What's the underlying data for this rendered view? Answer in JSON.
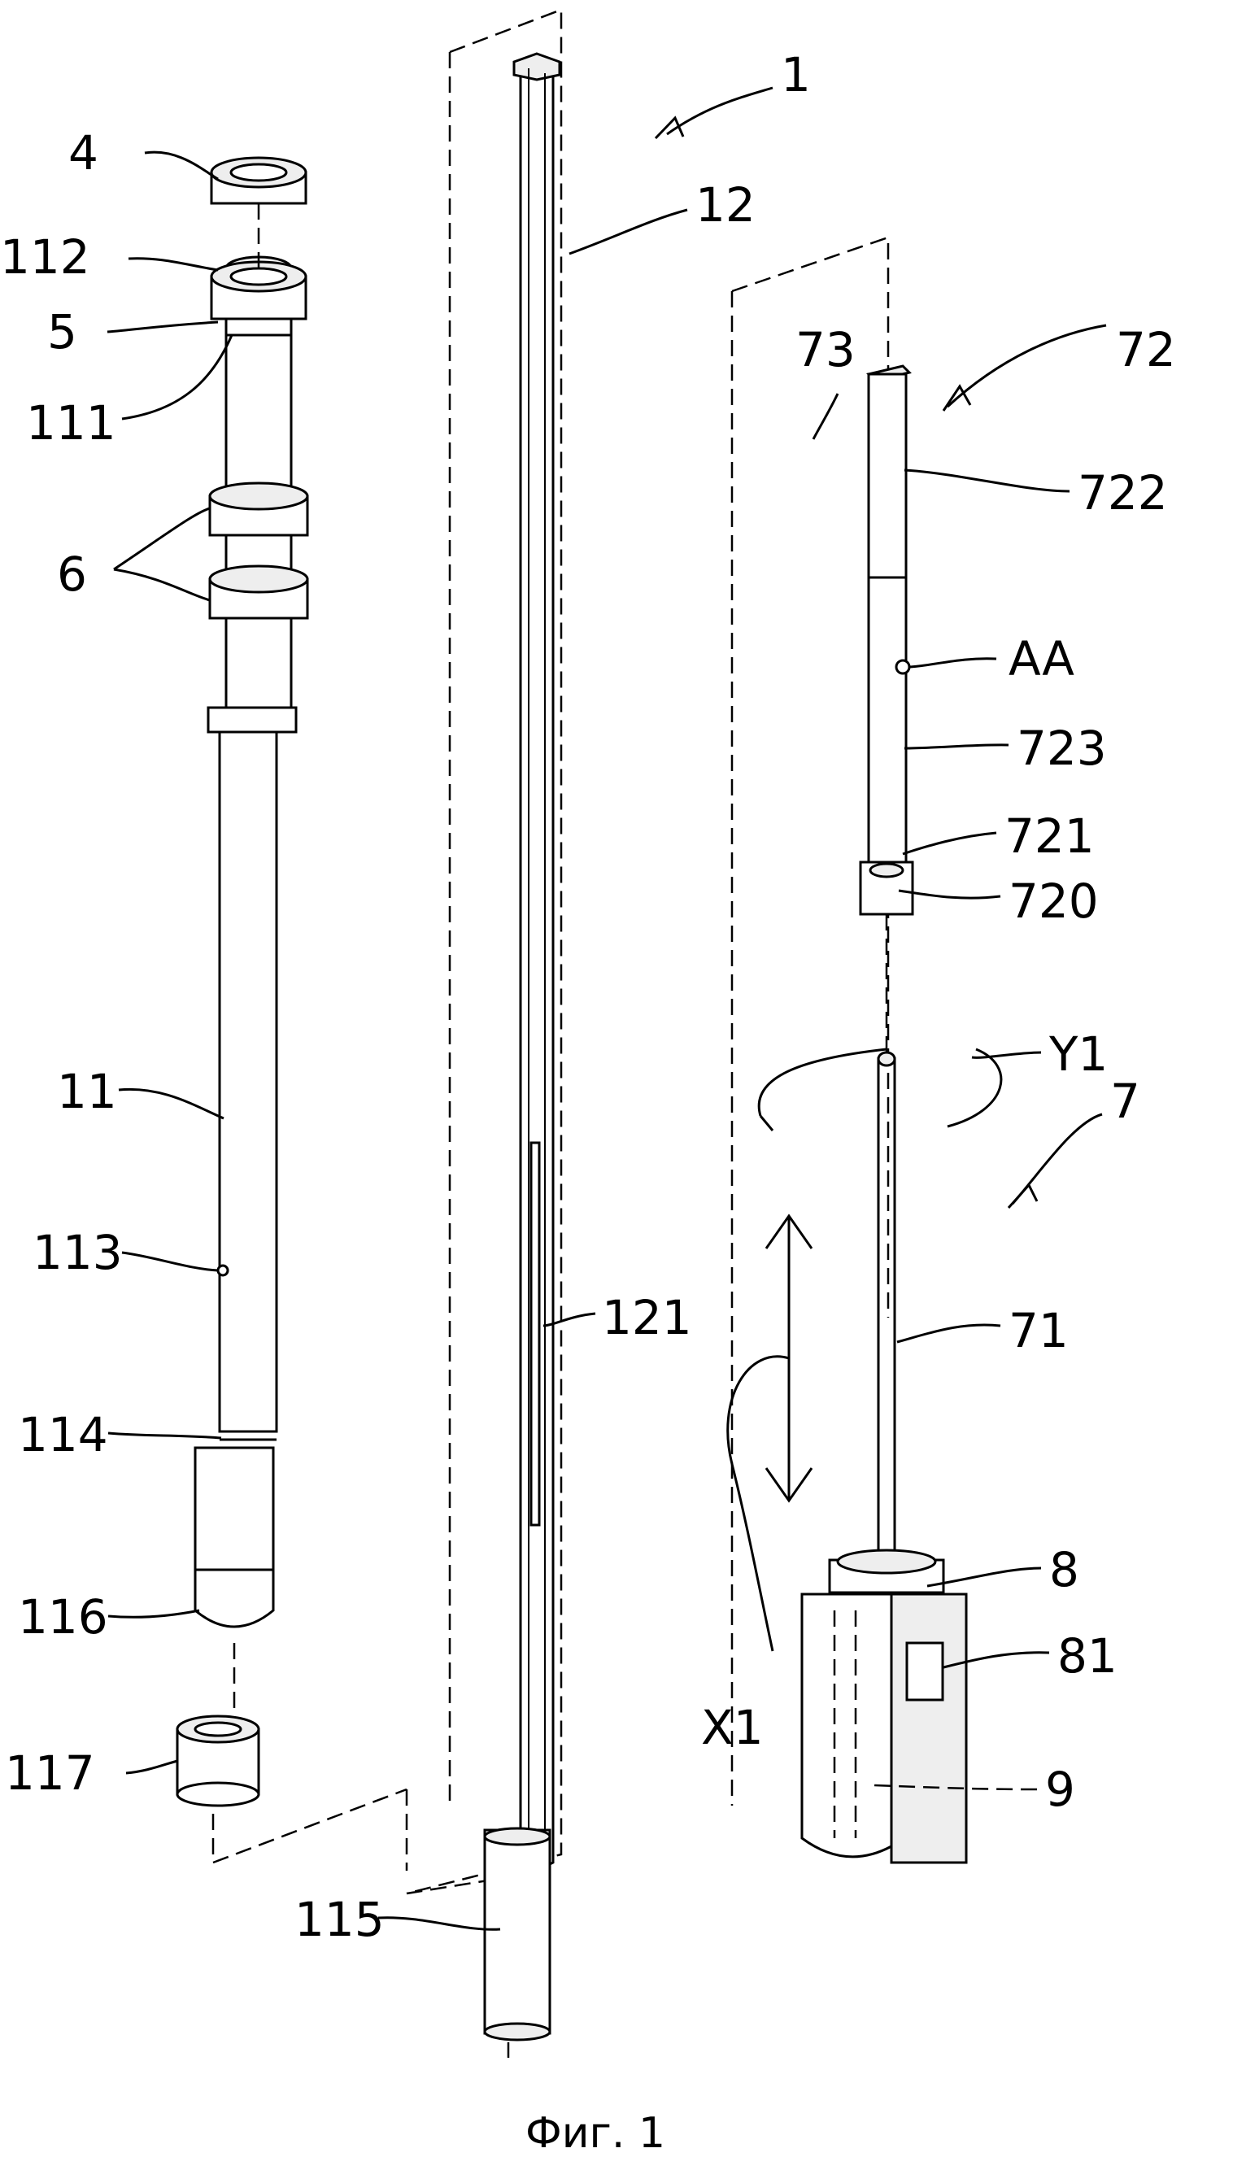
{
  "figure": {
    "caption": "Фиг. 1",
    "labels": {
      "l1": "1",
      "l12": "12",
      "l4": "4",
      "l112": "112",
      "l5": "5",
      "l111": "111",
      "l6": "6",
      "l11": "11",
      "l113": "113",
      "l114": "114",
      "l116": "116",
      "l117": "117",
      "l115": "115",
      "l121": "121",
      "l73": "73",
      "l72": "72",
      "l722": "722",
      "lAA": "AA",
      "l723": "723",
      "l721": "721",
      "l720": "720",
      "lY1": "Y1",
      "l7": "7",
      "l71": "71",
      "l8": "8",
      "l81": "81",
      "lX1": "X1",
      "l9": "9"
    }
  }
}
